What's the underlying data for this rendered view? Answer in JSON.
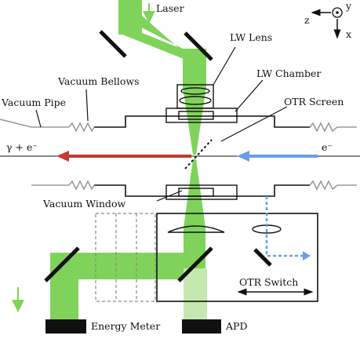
{
  "labels": {
    "laser": "Laser",
    "lw_lens": "LW Lens",
    "lw_chamber": "LW Chamber",
    "vacuum_bellows": "Vacuum Bellows",
    "vacuum_pipe": "Vacuum Pipe",
    "otr_screen": "OTR Screen",
    "gamma_e": "γ + e⁻",
    "electron": "e⁻",
    "vacuum_window": "Vacuum Window",
    "otr_switch": "OTR Switch",
    "energy_meter": "Energy Meter",
    "apd": "APD"
  },
  "axes": {
    "z": "z",
    "y": "y",
    "x": "x"
  },
  "colors": {
    "laser_green": "#7fd35a",
    "otr_light_green": "#c5e8b0",
    "electron_blue": "#6a9ee8",
    "gamma_red": "#c53a33",
    "bellows_gray": "#9a9a9a",
    "outline": "#111111"
  }
}
